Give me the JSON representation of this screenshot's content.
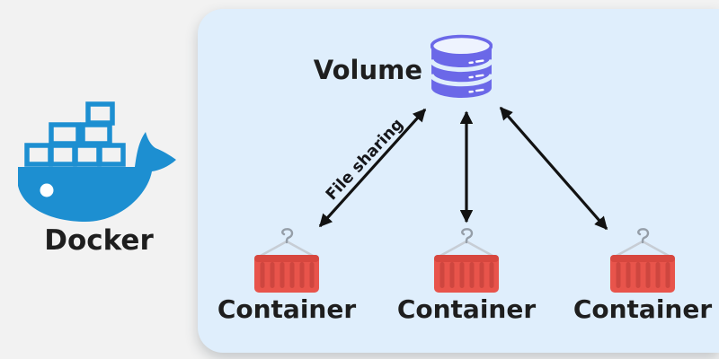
{
  "page_background": "#F2F2F2",
  "text_color": "#1E1E1E",
  "arrow_color": "#121212",
  "docker": {
    "label": "Docker",
    "icon": "docker-whale-icon",
    "color": "#1D8FD1"
  },
  "panel": {
    "background": "#DFEEFC",
    "volume": {
      "label": "Volume",
      "icon": "database-icon",
      "color": "#6B68E8"
    },
    "arrow_label": "File sharing",
    "container_icon": "shipping-container-icon",
    "container_color": "#E8544B",
    "containers": [
      {
        "label": "Container"
      },
      {
        "label": "Container"
      },
      {
        "label": "Container"
      }
    ]
  }
}
